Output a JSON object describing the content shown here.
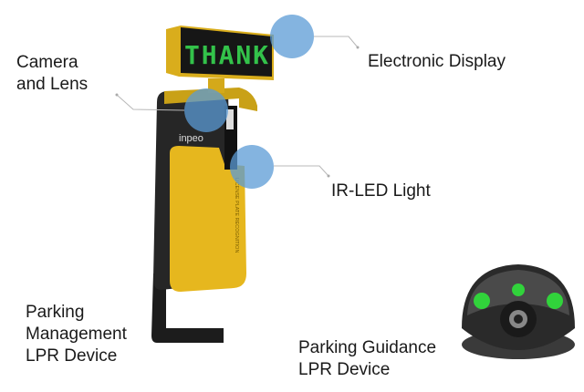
{
  "labels": {
    "camera_line1": "Camera",
    "camera_line2": "and Lens",
    "display": "Electronic Display",
    "ir": "IR-LED Light",
    "pm_line1": "Parking",
    "pm_line2": "Management",
    "pm_line3": "LPR Device",
    "pg_line1": "Parking Guidance",
    "pg_line2": "LPR Device"
  },
  "device": {
    "sign_text": "THANK",
    "logo_text": "inpeo",
    "side_text": "LICENSE PLATE RECOGNITION"
  },
  "colors": {
    "body_yellow": "#e6b71e",
    "hotspot_blue": "#5b9bd5",
    "sign_green": "#33c24a",
    "led_green": "#2fe23a"
  }
}
